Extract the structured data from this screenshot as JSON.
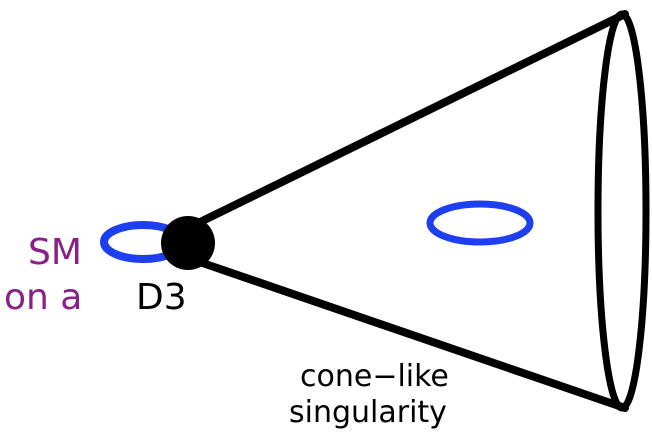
{
  "colors": {
    "background": "#ffffff",
    "outline": "#000000",
    "loop": "#1e3ff0",
    "sm_text": "#8b1f88",
    "text": "#000000"
  },
  "labels": {
    "sm": "SM",
    "on_a": "on a",
    "d3": "D3",
    "cone_like": "cone−like",
    "singularity": "singularity"
  }
}
